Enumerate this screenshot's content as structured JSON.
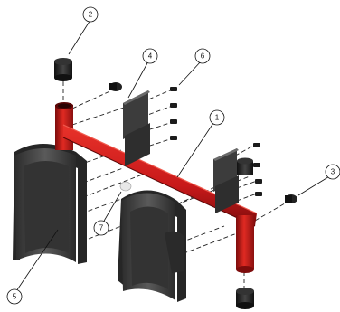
{
  "diagram": {
    "callouts": [
      {
        "label": "1"
      },
      {
        "label": "2"
      },
      {
        "label": "3"
      },
      {
        "label": "4"
      },
      {
        "label": "5"
      },
      {
        "label": "6"
      },
      {
        "label": "7"
      }
    ],
    "colors": {
      "frame_red": "#c8191a",
      "frame_dark": "#7d0c0c",
      "pad_dark": "#3a3a3a",
      "pad_light": "#6a6a6a",
      "plate": "#4a4a4a",
      "cap": "#1e1e1e"
    }
  }
}
